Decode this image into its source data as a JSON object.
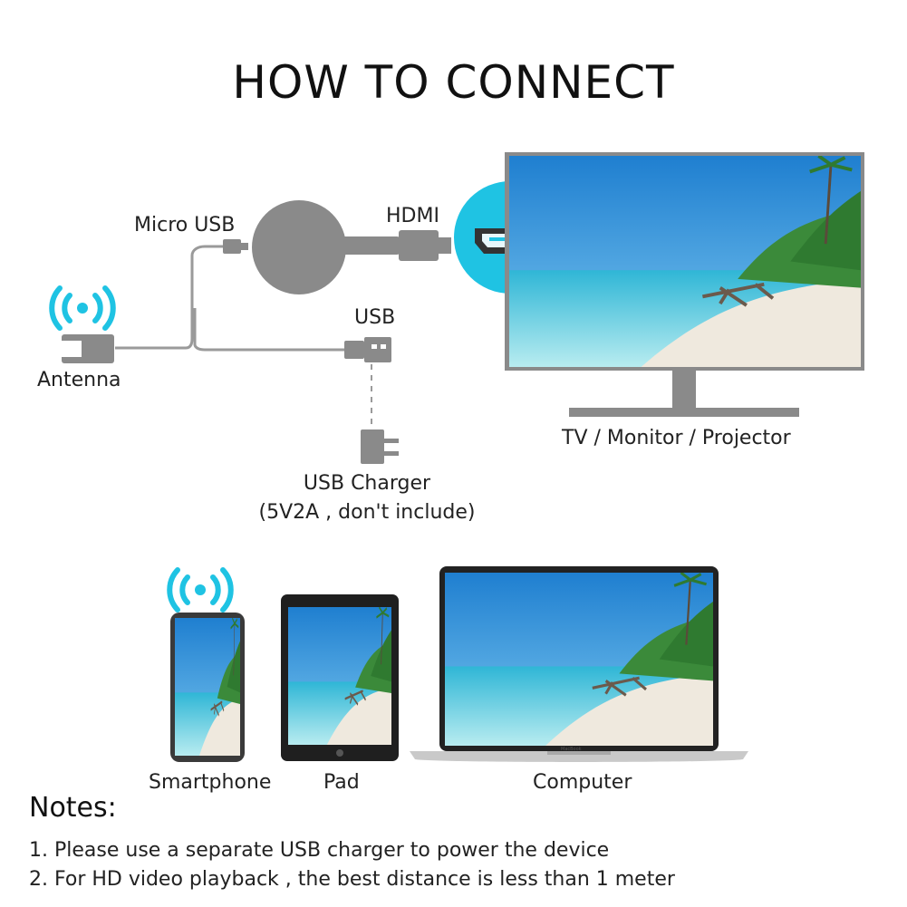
{
  "title": "HOW TO CONNECT",
  "labels": {
    "micro_usb": "Micro USB",
    "hdmi": "HDMI",
    "usb": "USB",
    "antenna": "Antenna",
    "tv": "TV / Monitor / Projector",
    "charger_line1": "USB Charger",
    "charger_line2": "(5V2A , don't include)"
  },
  "devices": {
    "smartphone": "Smartphone",
    "pad": "Pad",
    "computer": "Computer",
    "laptop_brand": "MacBook"
  },
  "notes": {
    "heading": "Notes:",
    "items": [
      "1. Please use a separate USB charger to power the device",
      "2. For HD video playback , the best distance is less than 1 meter"
    ]
  },
  "colors": {
    "accent": "#1fc3e3",
    "device_gray": "#8a8a8a",
    "cable_gray": "#9a9a9a",
    "sky": "#3fa3e0",
    "sea": "#5cc7dd",
    "sand": "#f0ebe2"
  }
}
